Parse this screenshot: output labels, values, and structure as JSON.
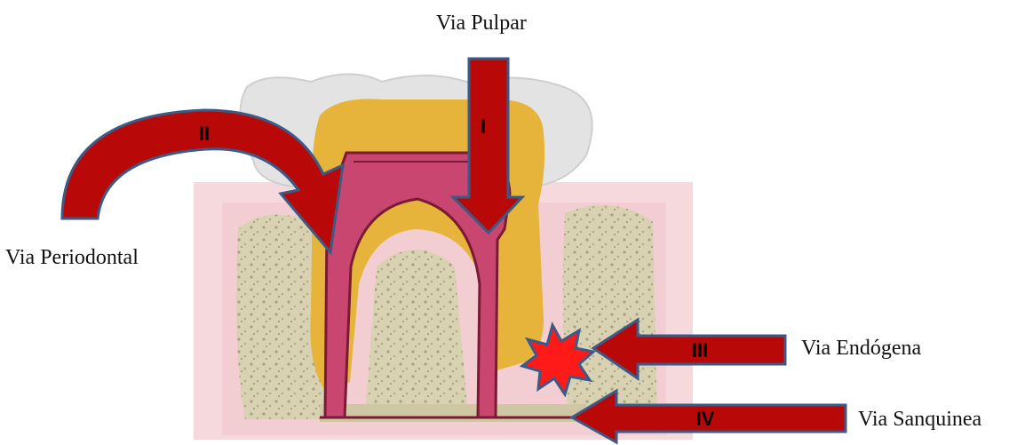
{
  "labels": {
    "pulpar": "Via Pulpar",
    "periodontal": "Via Periodontal",
    "endogena": "Via Endógena",
    "sanguinea": "Via Sanquinea"
  },
  "pathways": [
    {
      "numeral": "I",
      "label_key": "pulpar"
    },
    {
      "numeral": "II",
      "label_key": "periodontal"
    },
    {
      "numeral": "III",
      "label_key": "endogena"
    },
    {
      "numeral": "IV",
      "label_key": "sanguinea"
    }
  ],
  "colors": {
    "arrow_fill": "#b90808",
    "arrow_outline": "#3c5a86",
    "pulp": "#c9486a",
    "dentin": "#e8b83c",
    "enamel": "#e4e4e4",
    "gum": "#f4cfd2",
    "bone": "#d6cfae",
    "lesion": "#ff1a1a"
  }
}
